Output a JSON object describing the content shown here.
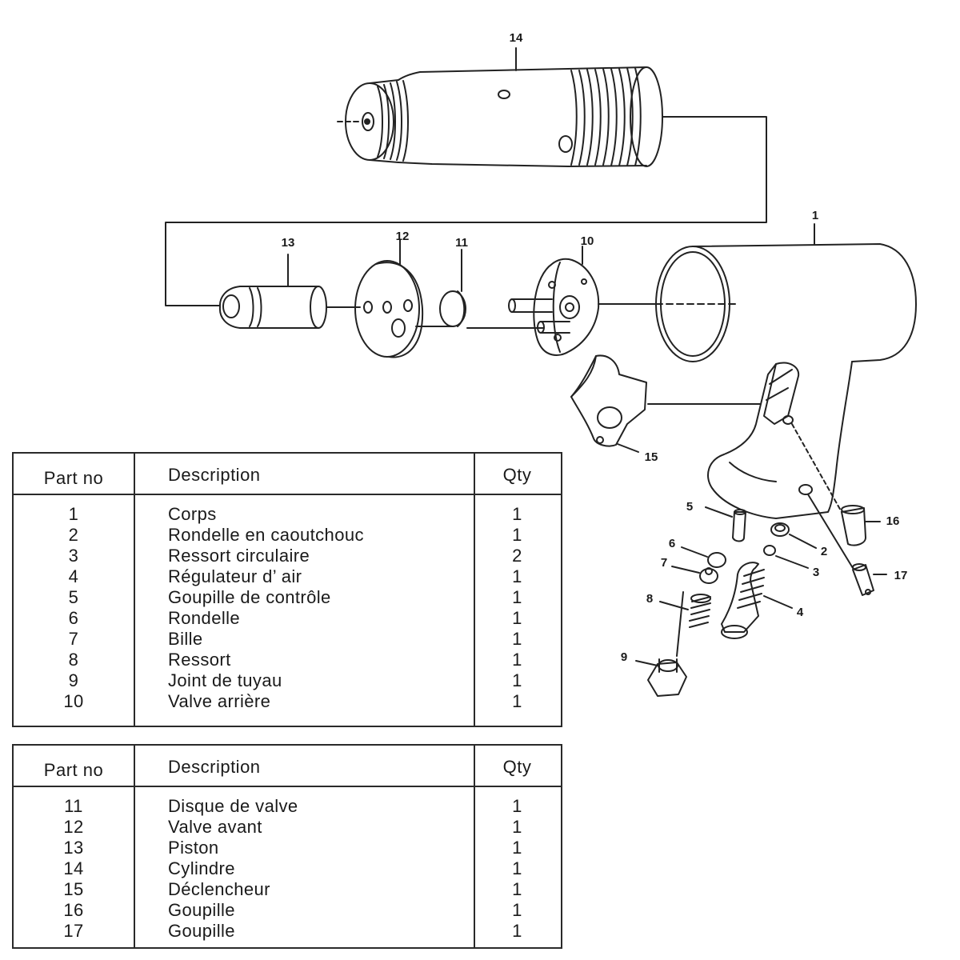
{
  "callouts": [
    "1",
    "2",
    "3",
    "4",
    "5",
    "6",
    "7",
    "8",
    "9",
    "10",
    "11",
    "12",
    "13",
    "14",
    "15",
    "16",
    "17"
  ],
  "tables": [
    {
      "headers": {
        "part_no": "Part no",
        "description": "Description",
        "qty": "Qty"
      },
      "rows": [
        {
          "no": "1",
          "desc": "Corps",
          "qty": "1"
        },
        {
          "no": "2",
          "desc": "Rondelle en caoutchouc",
          "qty": "1"
        },
        {
          "no": "3",
          "desc": "Ressort circulaire",
          "qty": "2"
        },
        {
          "no": "4",
          "desc": "Régulateur d’ air",
          "qty": "1"
        },
        {
          "no": "5",
          "desc": "Goupille de contrôle",
          "qty": "1"
        },
        {
          "no": "6",
          "desc": "Rondelle",
          "qty": "1"
        },
        {
          "no": "7",
          "desc": "Bille",
          "qty": "1"
        },
        {
          "no": "8",
          "desc": "Ressort",
          "qty": "1"
        },
        {
          "no": "9",
          "desc": "Joint de tuyau",
          "qty": "1"
        },
        {
          "no": "10",
          "desc": "Valve arrière",
          "qty": "1"
        }
      ]
    },
    {
      "headers": {
        "part_no": "Part no",
        "description": "Description",
        "qty": "Qty"
      },
      "rows": [
        {
          "no": "11",
          "desc": "Disque de valve",
          "qty": "1"
        },
        {
          "no": "12",
          "desc": "Valve avant",
          "qty": "1"
        },
        {
          "no": "13",
          "desc": "Piston",
          "qty": "1"
        },
        {
          "no": "14",
          "desc": "Cylindre",
          "qty": "1"
        },
        {
          "no": "15",
          "desc": "Déclencheur",
          "qty": "1"
        },
        {
          "no": "16",
          "desc": "Goupille",
          "qty": "1"
        },
        {
          "no": "17",
          "desc": "Goupille",
          "qty": "1"
        }
      ]
    }
  ]
}
